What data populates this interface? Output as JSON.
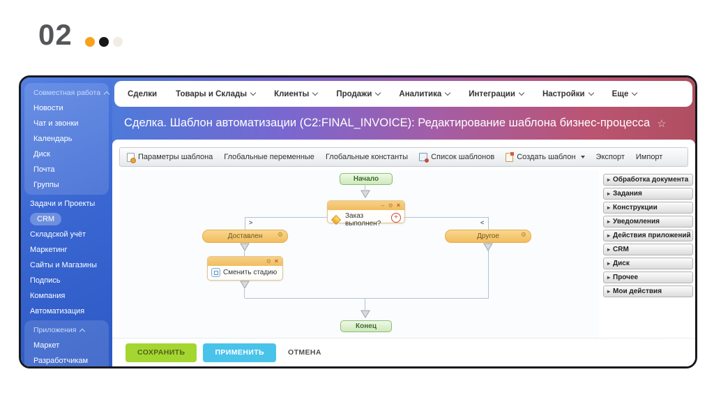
{
  "slide": {
    "number": "02"
  },
  "icons": {
    "palette_arrow": "▸",
    "star": "☆",
    "gear": "⚙",
    "close": "×",
    "minimize": "–",
    "plus": "+"
  },
  "sidebar": {
    "group1": {
      "header": "Совместная работа",
      "items": [
        "Новости",
        "Чат и звонки",
        "Календарь",
        "Диск",
        "Почта",
        "Группы"
      ]
    },
    "items": [
      "Задачи и Проекты",
      "CRM",
      "Складской учёт",
      "Маркетинг",
      "Сайты и Магазины",
      "Подпись",
      "Компания",
      "Автоматизация"
    ],
    "group2": {
      "header": "Приложения",
      "items": [
        "Маркет",
        "Разработчикам"
      ]
    },
    "active": "CRM"
  },
  "nav": {
    "items": [
      "Сделки",
      "Товары и Склады",
      "Клиенты",
      "Продажи",
      "Аналитика",
      "Интеграции",
      "Настройки",
      "Еще"
    ]
  },
  "titlebar": {
    "title": "Сделка. Шаблон автоматизации (C2:FINAL_INVOICE): Редактирование шаблона бизнес-процесса"
  },
  "toolbar": {
    "items": [
      "Параметры шаблона",
      "Глобальные переменные",
      "Глобальные константы",
      "Список шаблонов",
      "Создать шаблон",
      "Экспорт",
      "Импорт"
    ]
  },
  "flow": {
    "start": "Начало",
    "condition": "Заказ выполнен?",
    "branch_left_marker": ">",
    "branch_right_marker": "<",
    "branch_left": "Доставлен",
    "branch_right": "Другое",
    "action": "Сменить стадию",
    "end": "Конец"
  },
  "palette": {
    "items": [
      "Обработка документа",
      "Задания",
      "Конструкции",
      "Уведомления",
      "Действия приложений",
      "CRM",
      "Диск",
      "Прочее",
      "Мои действия"
    ]
  },
  "footer": {
    "save": "СОХРАНИТЬ",
    "apply": "ПРИМЕНИТЬ",
    "cancel": "ОТМЕНА"
  },
  "colors": {
    "accent_green": "#a4d631",
    "accent_blue": "#49c3ea",
    "sidebar_blue": "#3a67d2",
    "gradient_right": "#b04e60",
    "node_green": "#cde9b9",
    "node_orange": "#f2bd5e"
  }
}
